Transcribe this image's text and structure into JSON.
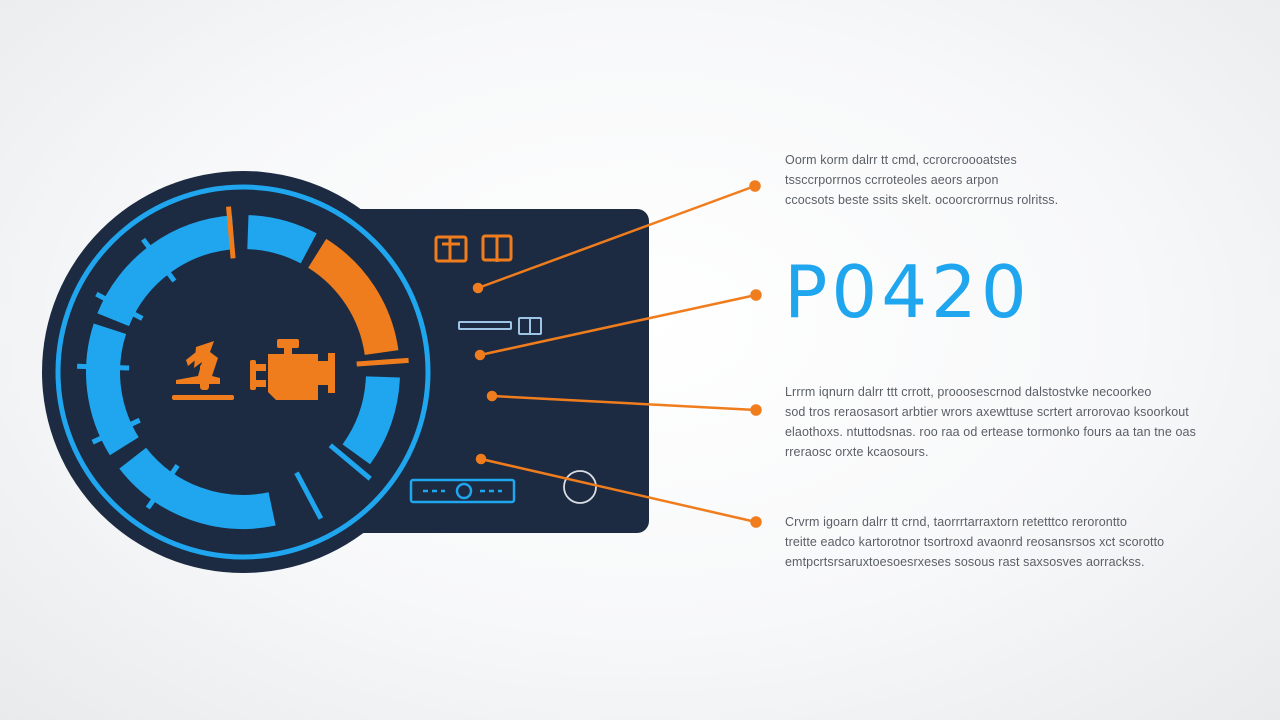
{
  "dtc": {
    "code": "P0420"
  },
  "callouts": [
    {
      "lines": [
        "Oorm korm dalrr tt cmd, ccrorcroooatstes",
        "tssccrporrnos ccrroteoles aeors arpon",
        "ccocsots beste ssits skelt. ocoorcrorrnus rolritss."
      ]
    },
    {
      "lines": [
        "Lrrrm iqnurn dalrr ttt crrott, prooosescrnod dalstostvke necoorkeo",
        "sod tros reraosasort arbtier wrors axewttuse scrtert arrorovao ksoorkout",
        "elaothoxs. ntuttodsnas. roo raa od ertease tormonko fours aa tan tne oas",
        "rreraosc orxte kcaosours."
      ]
    },
    {
      "lines": [
        "Crvrm igoarn dalrr tt crnd, taorrrtarraxtorn retetttco rerorontto",
        "treitte eadco kartorotnor tsortroxd avaonrd reosansrsos xct scorotto",
        "emtpcrtsrsaruxtoesoesrxeses sosous rast saxsosves aorrackss."
      ]
    }
  ],
  "colors": {
    "accent_blue": "#1fa6ee",
    "accent_orange": "#f07d1d",
    "panel_navy": "#1c2b42",
    "text_gray": "#5a5f66"
  },
  "icons": [
    "check-engine-icon",
    "warning-figure-icon",
    "fuel-gauge-icon",
    "thermometer-icon",
    "battery-indicator-icon",
    "circle-indicator-icon"
  ]
}
